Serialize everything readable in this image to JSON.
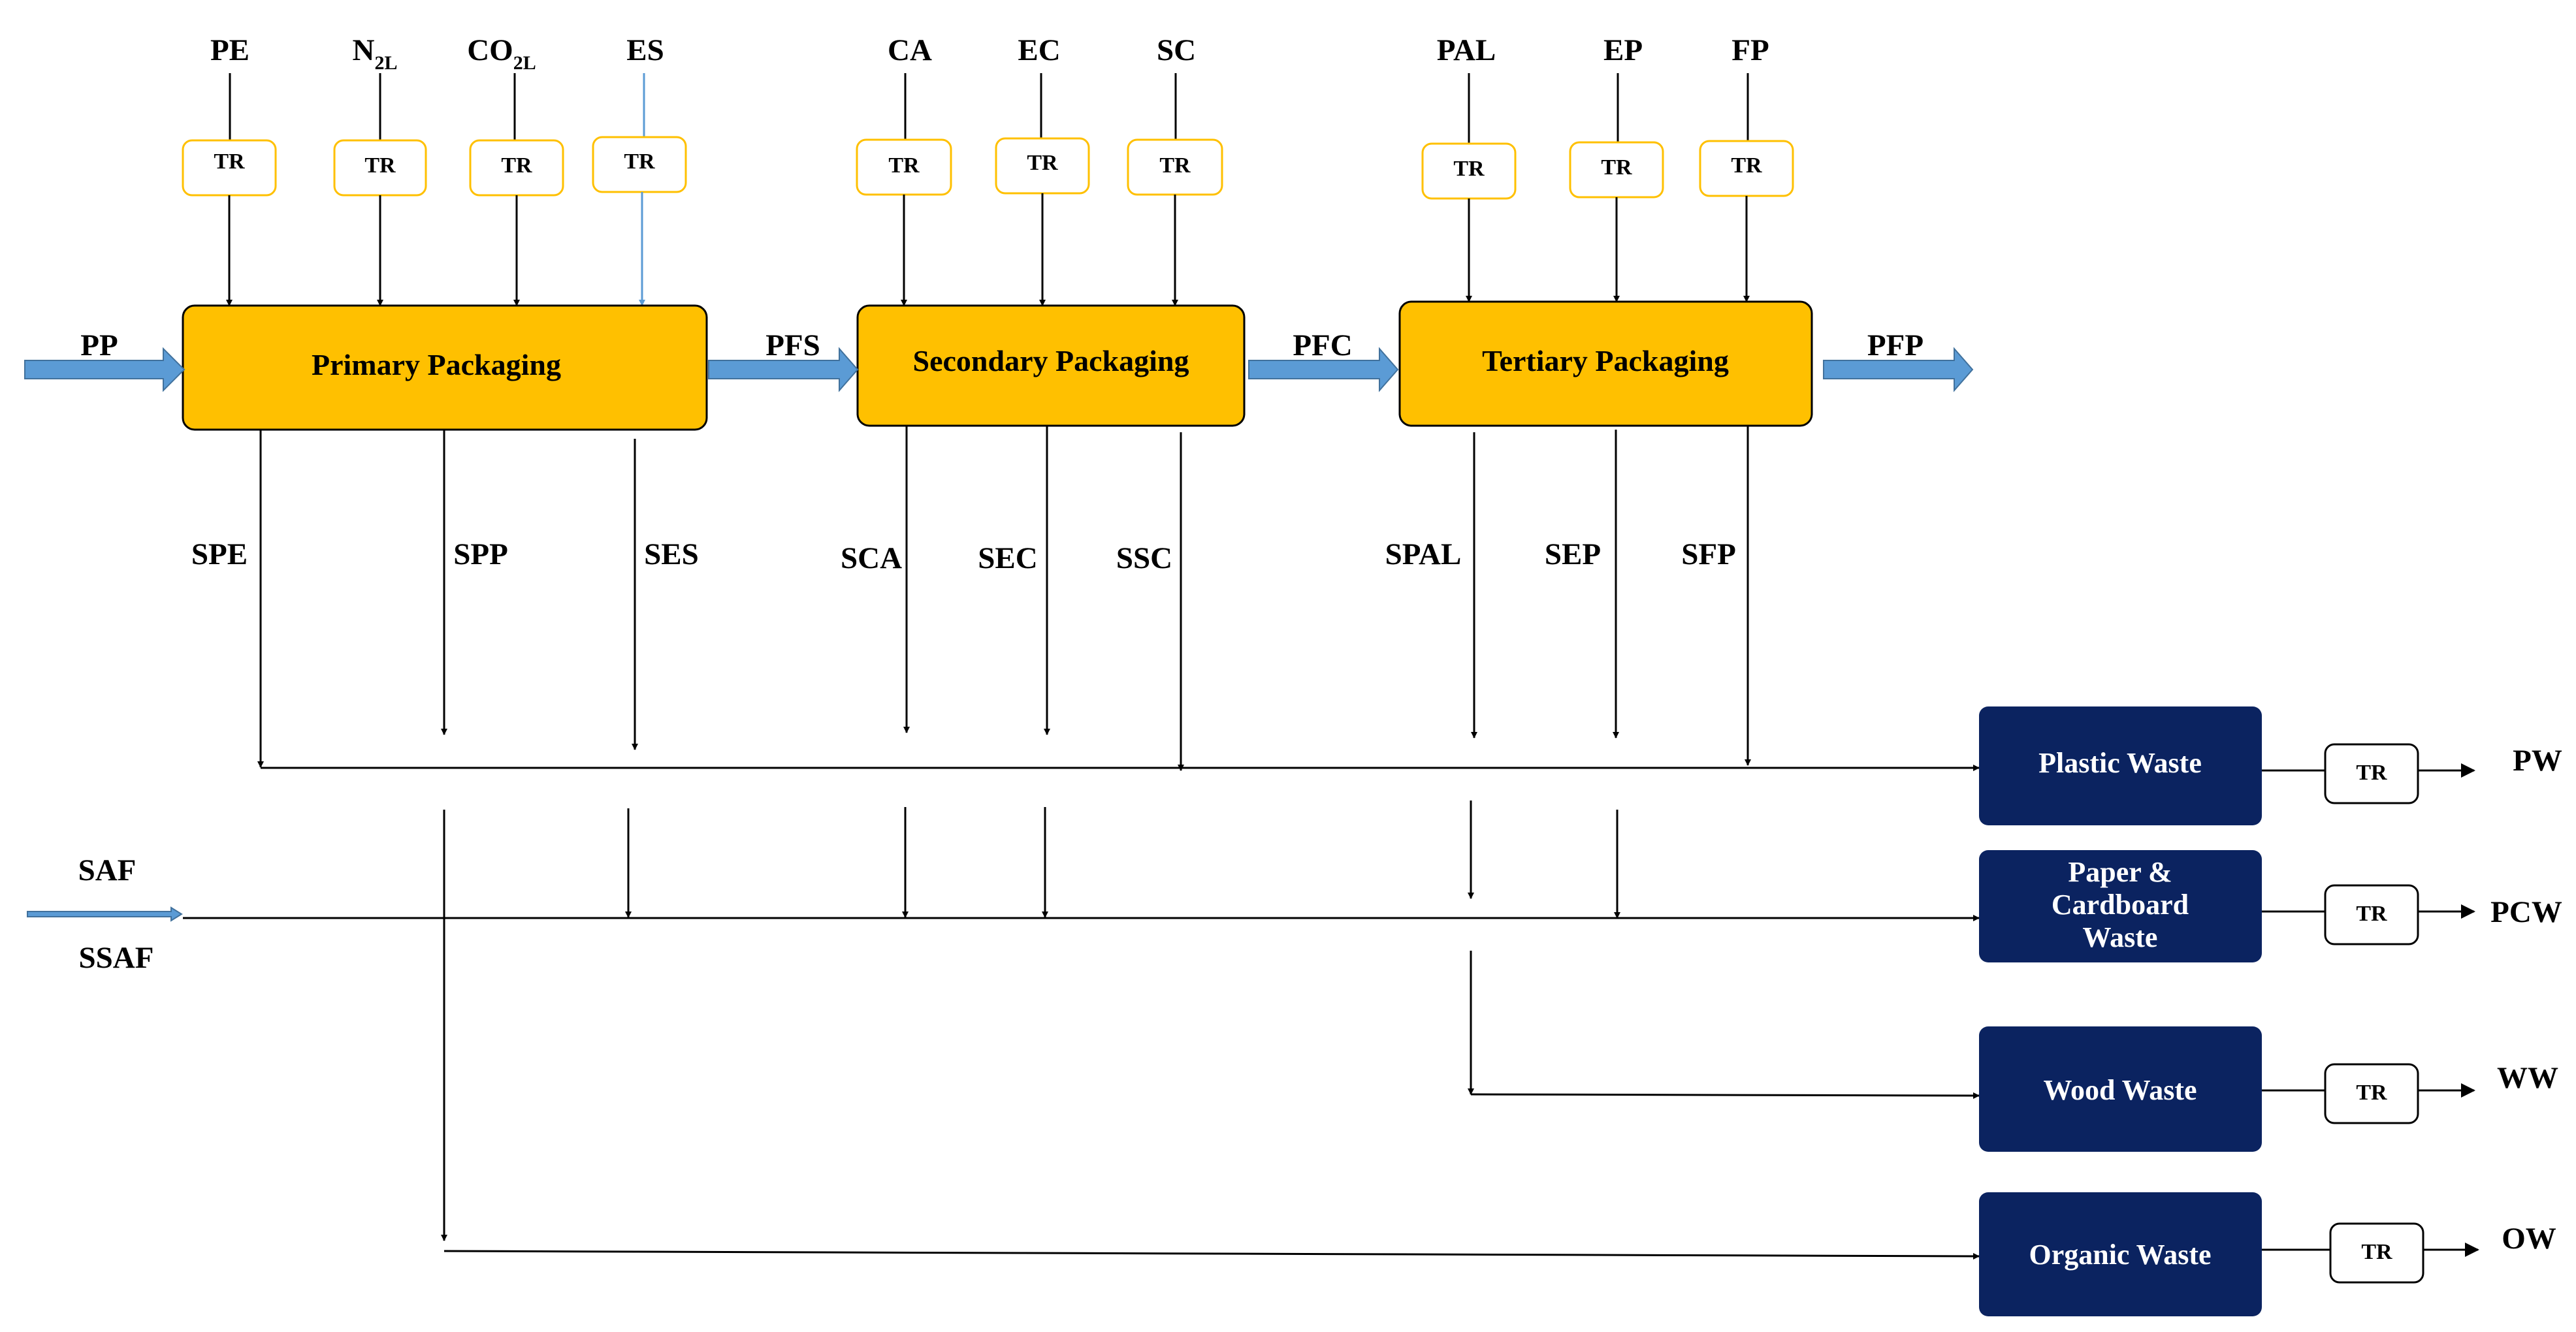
{
  "inputs": {
    "pe": "PE",
    "n2l_main": "N",
    "n2l_sub": "2L",
    "co2l_main": "CO",
    "co2l_sub": "2L",
    "es": "ES",
    "ca": "CA",
    "ec": "EC",
    "sc": "SC",
    "pal": "PAL",
    "ep": "EP",
    "fp": "FP"
  },
  "tr_label": "TR",
  "stages": {
    "primary": "Primary Packaging",
    "secondary": "Secondary Packaging",
    "tertiary": "Tertiary Packaging"
  },
  "flows": {
    "pp": "PP",
    "pfs": "PFS",
    "pfc": "PFC",
    "pfp": "PFP",
    "saf": "SAF",
    "ssaf": "SSAF"
  },
  "streams": {
    "spe": "SPE",
    "spp": "SPP",
    "ses": "SES",
    "sca": "SCA",
    "sec": "SEC",
    "ssc": "SSC",
    "spal": "SPAL",
    "sep": "SEP",
    "sfp": "SFP"
  },
  "waste": {
    "plastic": "Plastic Waste",
    "paper_line1": "Paper &",
    "paper_line2": "Cardboard",
    "paper_line3": "Waste",
    "wood": "Wood Waste",
    "organic": "Organic Waste"
  },
  "outputs": {
    "pw": "PW",
    "pcw": "PCW",
    "ww": "WW",
    "ow": "OW"
  },
  "colors": {
    "stage_fill": "#ffc000",
    "waste_fill": "#0b2360",
    "flow_arrow": "#5b9bd5",
    "tr_border_input": "#ffc000"
  }
}
